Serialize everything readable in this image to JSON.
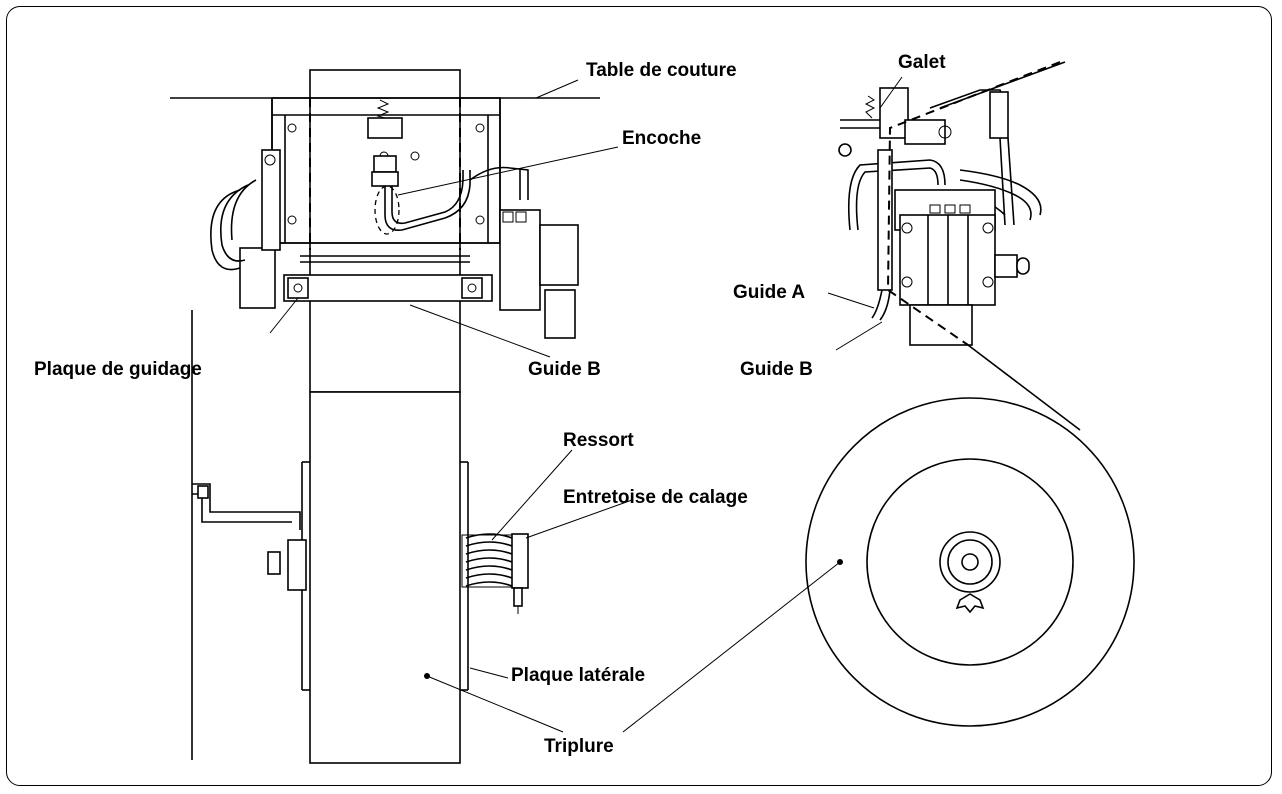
{
  "labels": {
    "table": "Table de couture",
    "notch": "Encoche",
    "roller": "Galet",
    "guide_a": "Guide A",
    "guide_b_right": "Guide B",
    "guide_b_left": "Guide B",
    "guide_plate": "Plaque de guidage",
    "spring": "Ressort",
    "spacer": "Entretoise de calage",
    "side_plate": "Plaque latérale",
    "interlining": "Triplure"
  }
}
